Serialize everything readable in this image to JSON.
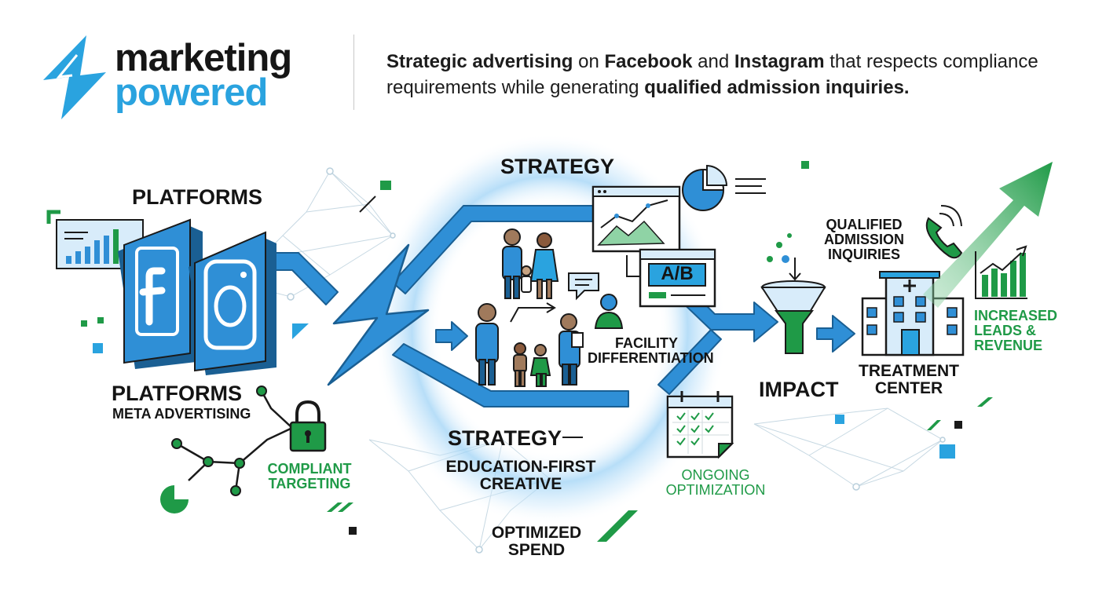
{
  "brand": {
    "line1": "marketing",
    "line2": "powered"
  },
  "tagline": {
    "part1": "Strategic advertising",
    "part2": " on ",
    "part3": "Facebook",
    "part4": " and ",
    "part5": "Instagram",
    "part6": " that respects compliance requirements while generating ",
    "part7": "qualified admission inquiries."
  },
  "labels": {
    "platforms_top": "PLATFORMS",
    "platforms_bottom": "PLATFORMS",
    "meta_advertising": "META ADVERTISING",
    "compliant_targeting_1": "COMPLIANT",
    "compliant_targeting_2": "TARGETING",
    "strategy_top": "STRATEGY",
    "strategy_bottom": "STRATEGY",
    "facility_1": "FACILITY",
    "facility_2": "DIFFERENTIATION",
    "education_1": "EDUCATION-FIRST",
    "education_2": "CREATIVE",
    "optimized_1": "OPTIMIZED",
    "optimized_2": "SPEND",
    "ongoing_1": "ONGOING",
    "ongoing_2": "OPTIMIZATION",
    "impact": "IMPACT",
    "qualified_1": "QUALIFIED",
    "qualified_2": "ADMISSION",
    "qualified_3": "INQUIRIES",
    "treatment_1": "TREATMENT",
    "treatment_2": "CENTER",
    "increased_1": "INCREASED",
    "increased_2": "LEADS &",
    "increased_3": "REVENUE",
    "ab_test": "A/B"
  },
  "icons": [
    "bolt-logo-icon",
    "facebook-icon",
    "instagram-icon",
    "bar-chart-icon",
    "padlock-icon",
    "network-graph-icon",
    "family-icon",
    "chat-bubble-icon",
    "user-icon",
    "line-chart-window-icon",
    "pie-chart-icon",
    "ab-test-window-icon",
    "calendar-icon",
    "funnel-icon",
    "hospital-building-icon",
    "phone-icon",
    "growth-arrow-icon",
    "growth-bar-chart-icon"
  ],
  "colors": {
    "brand_blue": "#2aa3df",
    "flow_blue": "#2f8fd6",
    "accent_green": "#1f9a47",
    "ink": "#141414",
    "panel_blue": "#d8ecfa"
  }
}
